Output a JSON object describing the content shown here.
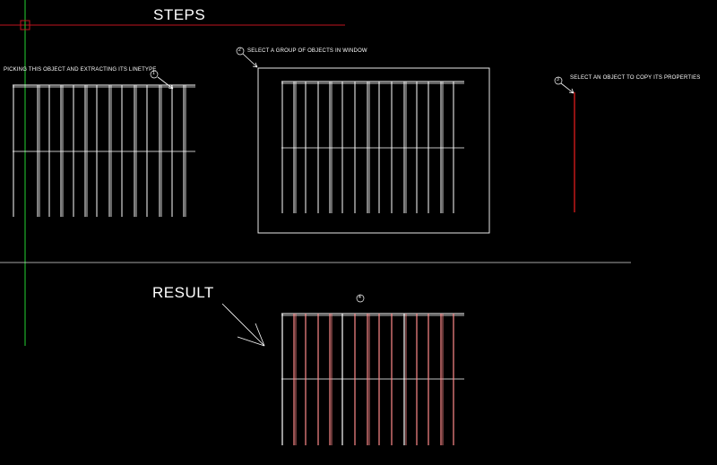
{
  "heading": "STEPS",
  "result_label": "RESULT",
  "steps": [
    {
      "marker": "1",
      "text": "PICKING THIS OBJECT AND EXTRACTING ITS LINETYPE"
    },
    {
      "marker": "2",
      "text": "SELECT A GROUP OF OBJECTS IN WINDOW"
    },
    {
      "marker": "3",
      "text": "SELECT AN OBJECT TO COPY ITS PROPERTIES"
    },
    {
      "marker": "4",
      "text": ""
    }
  ],
  "colors": {
    "background": "#000000",
    "geometry": "#ffffff",
    "crosshair_x": "#c0141e",
    "crosshair_y": "#1fae2a",
    "picked_linetype": "#c01818",
    "result_lines": "#ff8a8a"
  }
}
